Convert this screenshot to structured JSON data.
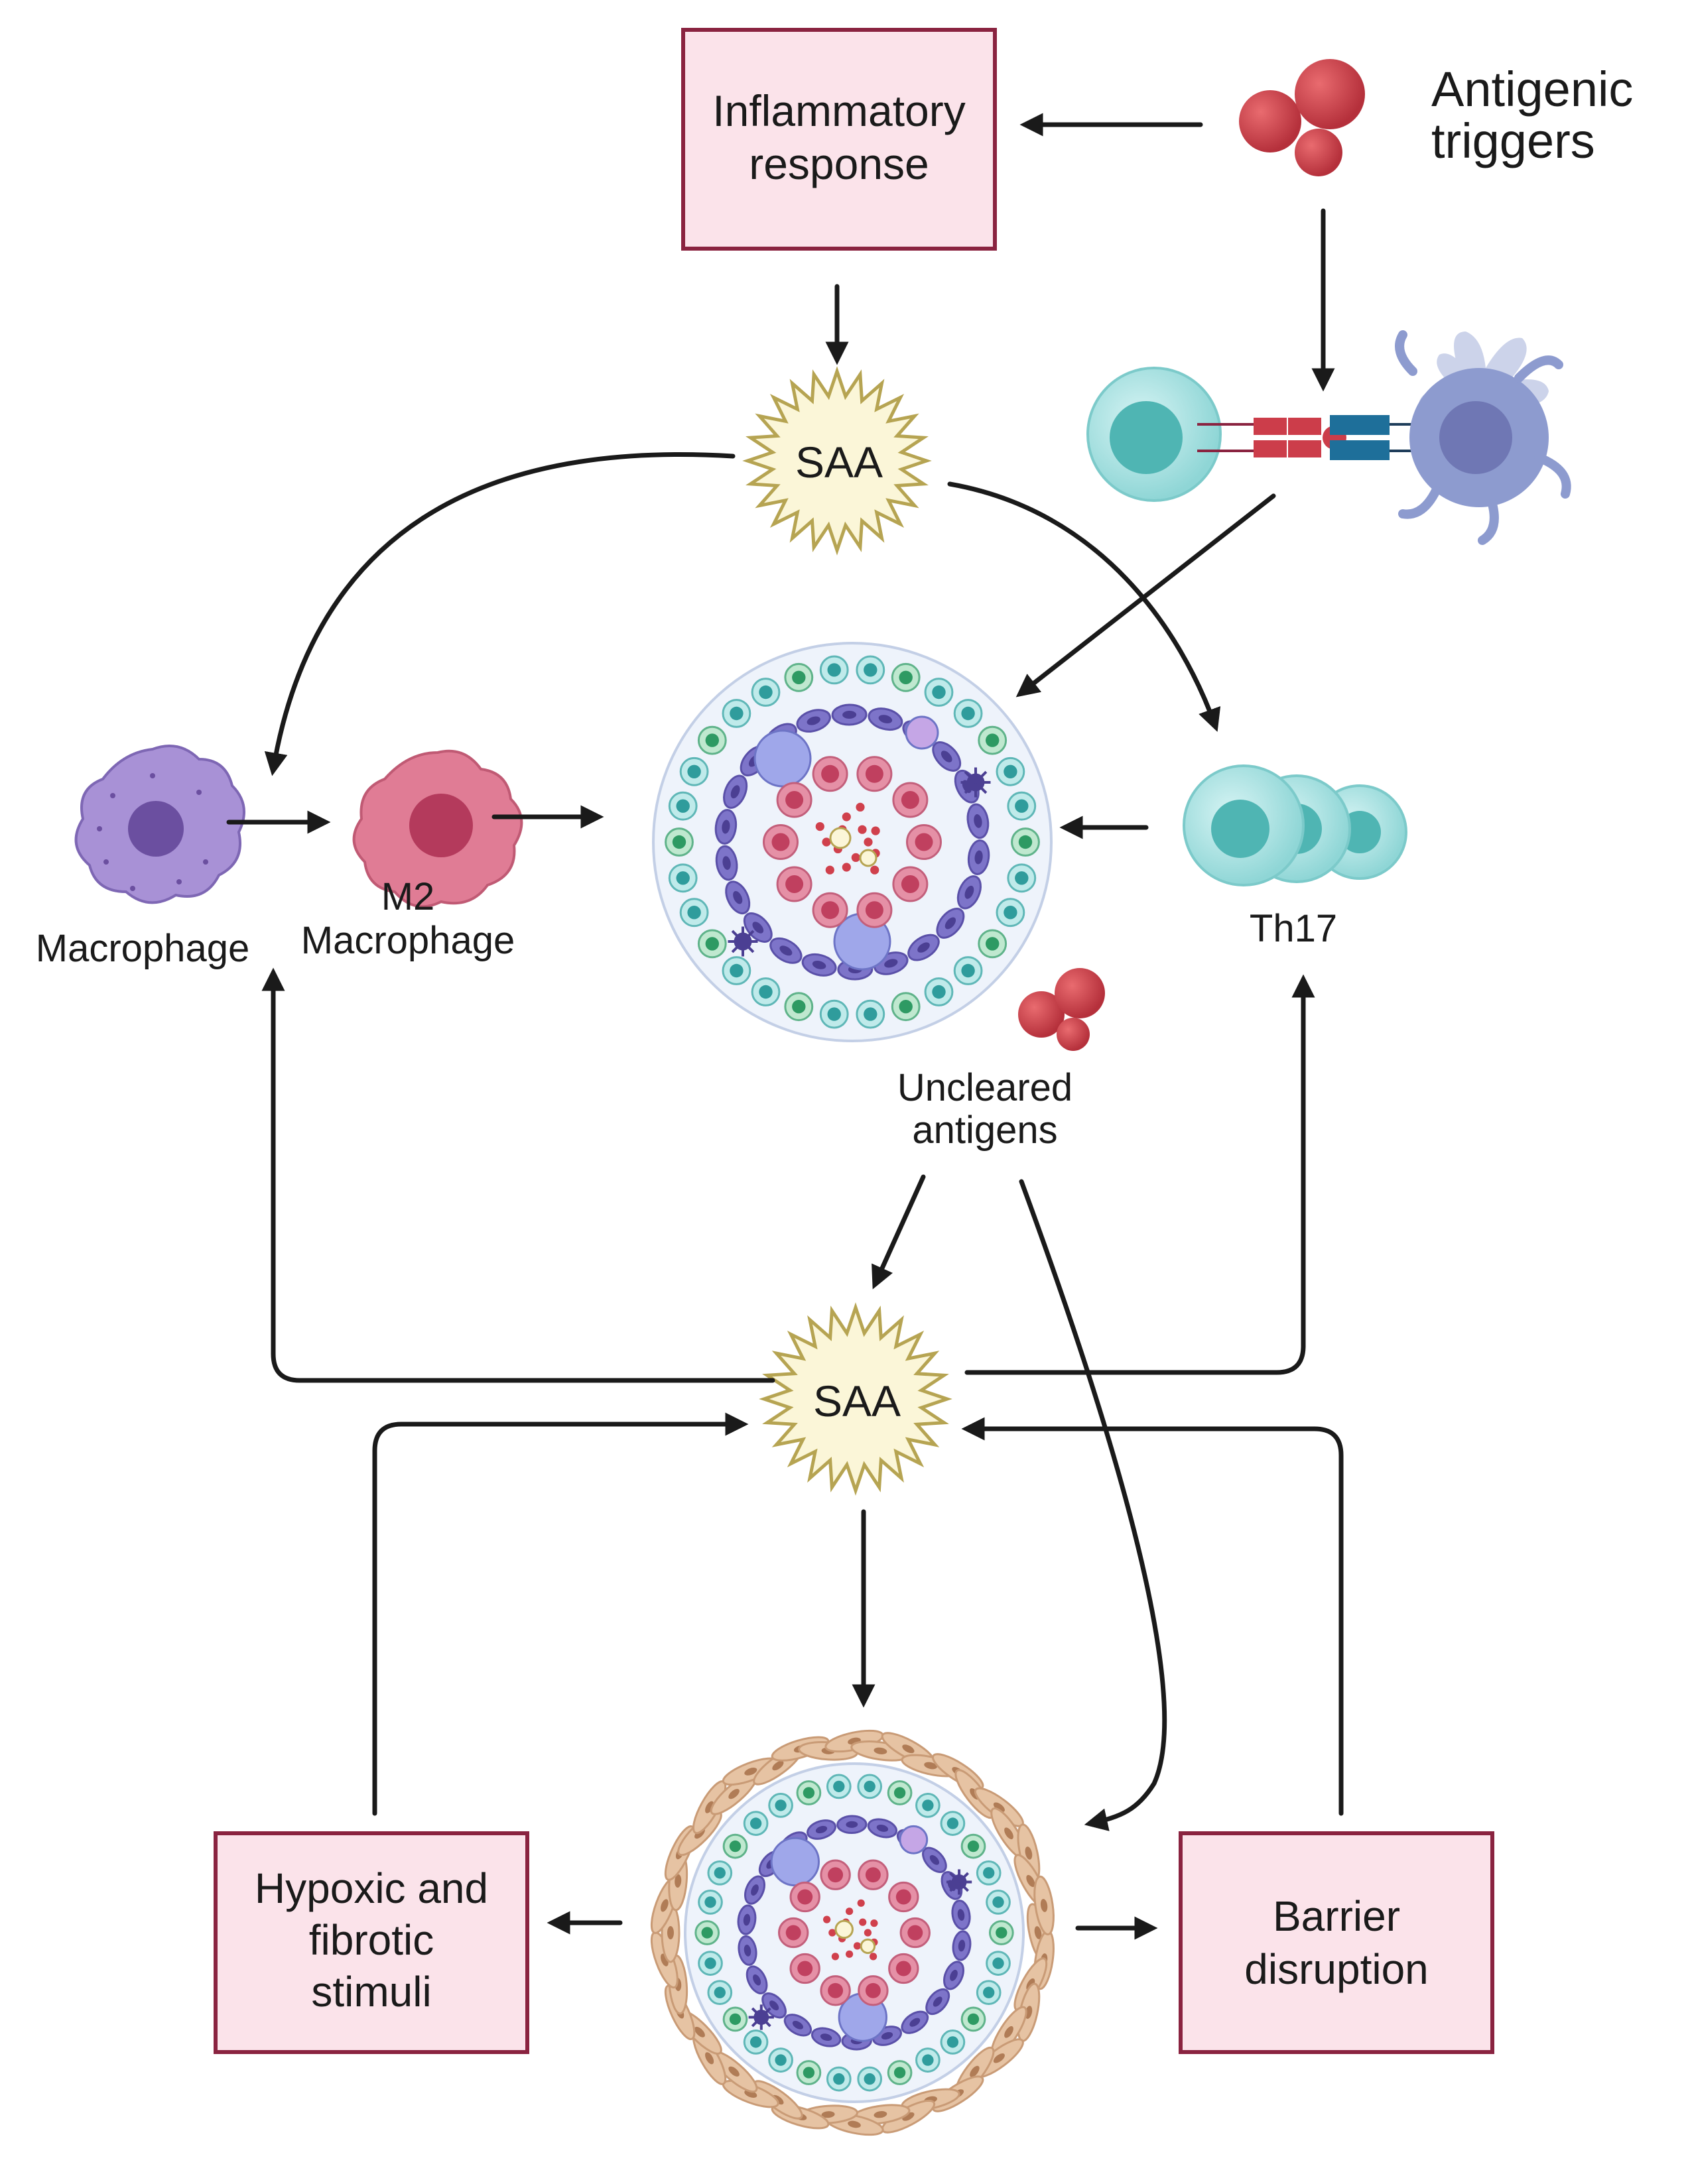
{
  "labels": {
    "inflammatory": [
      "Inflammatory",
      "response"
    ],
    "antigenic": [
      "Antigenic",
      "triggers"
    ],
    "saa_top": "SAA",
    "saa_bottom": "SAA",
    "macrophage": "Macrophage",
    "m2": [
      "M2",
      "Macrophage"
    ],
    "th17": "Th17",
    "uncleared": [
      "Uncleared",
      "antigens"
    ],
    "hypoxic": [
      "Hypoxic and",
      "fibrotic",
      "stimuli"
    ],
    "barrier": [
      "Barrier",
      "disruption"
    ]
  },
  "colors": {
    "box_fill": "#fbe3ea",
    "box_stroke": "#8a2340",
    "antigen": "#cc3d4a",
    "saa_fill": "#fbf6d8",
    "saa_stroke": "#b6a452",
    "macrophage": "#9b82c9",
    "m2_macrophage": "#d9708a",
    "th17": "#a6e1e3",
    "fibroblast": "#e6c3a3",
    "arrow": "#1a1a1a"
  },
  "icons": [
    "antigen-cluster-icon",
    "t-cell-icon",
    "dendritic-cell-icon",
    "macrophage-icon",
    "m2-macrophage-icon",
    "th17-cell-icon",
    "granuloma-icon",
    "fibrotic-granuloma-icon",
    "saa-star-icon"
  ]
}
